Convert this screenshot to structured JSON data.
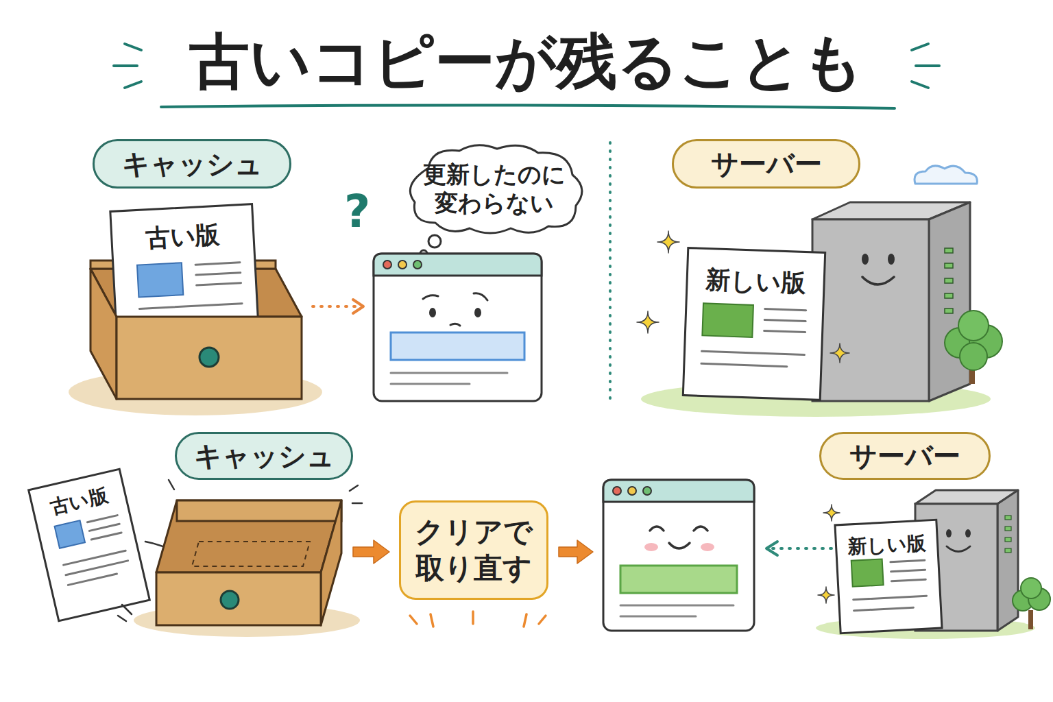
{
  "diagram": {
    "title": "古いコピーが残ることも",
    "nodes": [
      {
        "text": [
          "キャッシュ"
        ]
      },
      {
        "text": [
          "古い版"
        ]
      },
      {
        "text": [
          "更新したのに 変わらない"
        ]
      },
      {
        "text": [
          "サーバー"
        ]
      },
      {
        "text": [
          "新しい版"
        ]
      },
      {
        "text": [
          "キャッシュ"
        ]
      },
      {
        "text": [
          "古い版"
        ]
      },
      {
        "text": [
          "クリアで 取り直す"
        ]
      },
      {
        "text": [
          "サーバー"
        ]
      },
      {
        "text": [
          "新しい版"
        ]
      }
    ],
    "labels": [
      "?"
    ]
  }
}
